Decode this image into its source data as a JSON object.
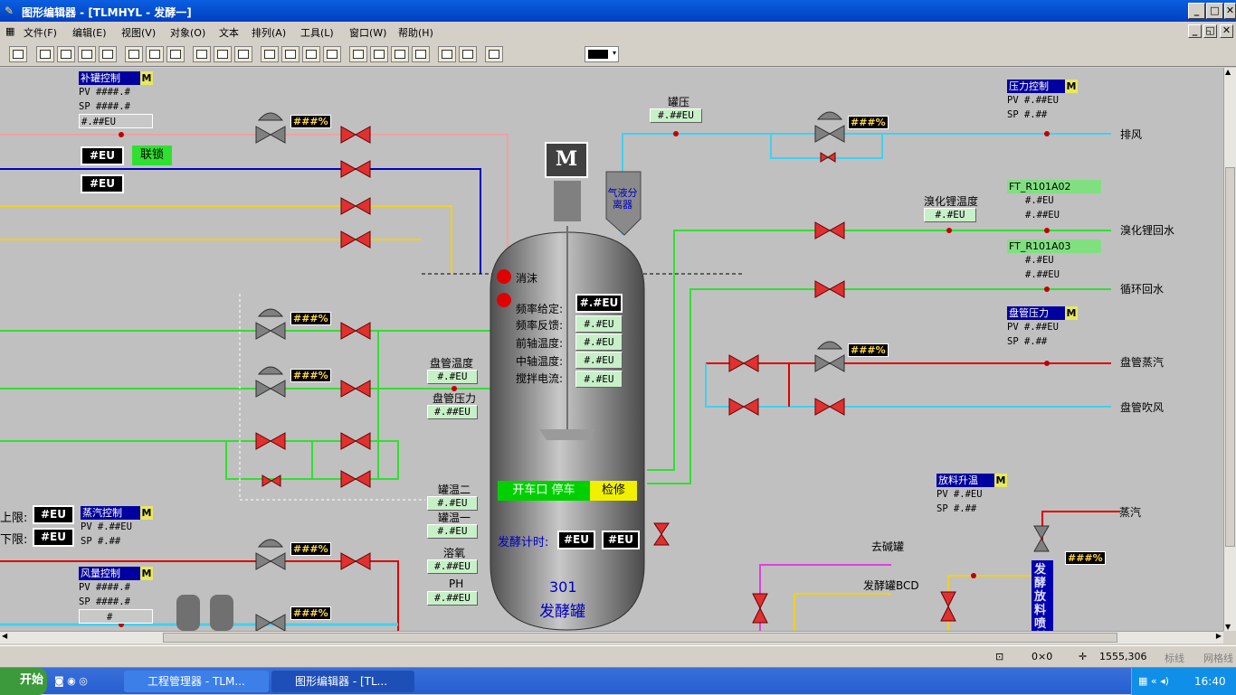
{
  "window": {
    "title": "图形编辑器 - [TLMHYL - 发酵一]"
  },
  "menu": [
    "文件(F)",
    "编辑(E)",
    "视图(V)",
    "对象(O)",
    "文本",
    "排列(A)",
    "工具(L)",
    "窗口(W)",
    "帮助(H)"
  ],
  "canvas": {
    "zai": {
      "title": "补罐控制",
      "m": "M",
      "pv": "PV ####.#",
      "sp": "SP ####.#",
      "out": "#.##EU"
    },
    "blk1": "#EU",
    "lianSuo": "联锁",
    "blk2": "#EU",
    "pct1": "###%",
    "pct2": "###%",
    "pct3": "###%",
    "pct4": "###%",
    "pct5": "###%",
    "pct6": "###%",
    "pct7": "###%",
    "pct8": "###%",
    "guanYa": {
      "label": "罐压",
      "value": "#.##EU"
    },
    "motor": "M",
    "separator": "气液分离器",
    "pressureCtl": {
      "title": "压力控制",
      "m": "M",
      "pv": "PV #.##EU",
      "sp": "SP #.##"
    },
    "paiFeng": "排风",
    "xiuHuaLiWenDu": {
      "label": "溴化锂温度",
      "value": "#.#EU"
    },
    "ft1": {
      "title": "FT_R101A02",
      "a": "#.#EU",
      "b": "#.##EU"
    },
    "ft2": {
      "title": "FT_R101A03",
      "a": "#.#EU",
      "b": "#.##EU"
    },
    "xiuHuaHuiShui": "溴化锂回水",
    "xunHuanHuiShui": "循环回水",
    "coilPressureCtl": {
      "title": "盘管压力",
      "m": "M",
      "pv": "PV #.##EU",
      "sp": "SP #.##"
    },
    "panGuanZhengQi": "盘管蒸汽",
    "panGuanChuiFeng": "盘管吹风",
    "xiaoMo": "消沫",
    "tank": {
      "rows": [
        {
          "label": "频率给定:",
          "value": "#.#EU"
        },
        {
          "label": "频率反馈:",
          "value": "#.#EU"
        },
        {
          "label": "前轴温度:",
          "value": "#.#EU"
        },
        {
          "label": "中轴温度:",
          "value": "#.#EU"
        },
        {
          "label": "搅拌电流:",
          "value": "#.#EU"
        }
      ],
      "start": "开车口 停车",
      "maint": "检修",
      "timerLabel": "发酵计时:",
      "timer1": "#EU",
      "timer2": "#EU",
      "number": "301",
      "name": "发酵罐"
    },
    "panGuanWenDu": {
      "label": "盘管温度",
      "value": "#.#EU"
    },
    "panGuanYaLi": {
      "label": "盘管压力",
      "value": "#.##EU"
    },
    "guanWen2": {
      "label": "罐温二",
      "value": "#.#EU"
    },
    "guanWen1": {
      "label": "罐温一",
      "value": "#.#EU"
    },
    "rongYang": {
      "label": "溶氧",
      "value": "#.##EU"
    },
    "ph": {
      "label": "PH",
      "value": "#.##EU"
    },
    "upperLimit": {
      "label": "上限:",
      "value": "#EU"
    },
    "lowerLimit": {
      "label": "下限:",
      "value": "#EU"
    },
    "steamCtl": {
      "title": "蒸汽控制",
      "m": "M",
      "pv": "PV #.##EU",
      "sp": "SP #.##"
    },
    "airCtl": {
      "title": "风量控制",
      "m": "M",
      "pv": "PV ####.#",
      "sp": "SP ####.#",
      "out": "#"
    },
    "dischargeCtl": {
      "title": "放料升温",
      "m": "M",
      "pv": "PV #.#EU",
      "sp": "SP #.##"
    },
    "zhengQi": "蒸汽",
    "quJianGuan": "去碱罐",
    "faJiaoGuanBCD": "发酵罐BCD",
    "faJiaoFangLiao": "发酵放料喷射"
  },
  "status": {
    "size": "0×0",
    "pos": "1555,306",
    "a": "标线",
    "b": "网格线"
  },
  "taskbar": {
    "start": "开始",
    "t1": "工程管理器 - TLM...",
    "t2": "图形编辑器 - [TL...",
    "clock": "16:40"
  },
  "colors": {
    "pink": "#f0a0a0",
    "blue": "#0000c0",
    "yellow": "#f0d020",
    "green": "#30e030",
    "cyan": "#40d0f0",
    "red": "#e00000",
    "magenta": "#e040e0"
  }
}
